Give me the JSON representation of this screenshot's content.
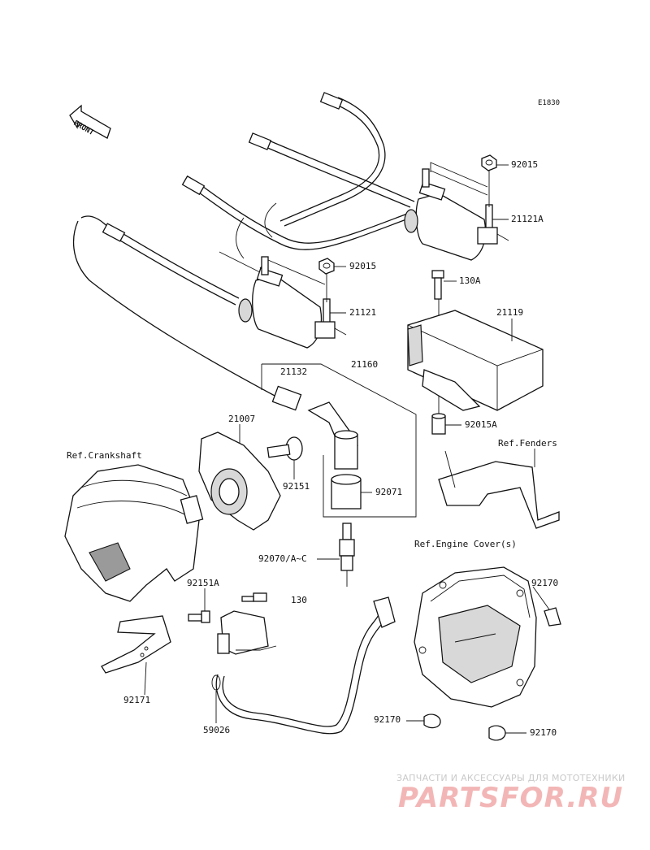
{
  "diagram": {
    "code": "E1830",
    "front_label": "FRONT",
    "refs": {
      "crankshaft": "Ref.Crankshaft",
      "fenders": "Ref.Fenders",
      "engine_cover": "Ref.Engine Cover(s)"
    },
    "parts": {
      "p92015_top": "92015",
      "p21121a": "21121A",
      "p92015_mid": "92015",
      "p130a": "130A",
      "p21121": "21121",
      "p21119": "21119",
      "p21132": "21132",
      "p21160": "21160",
      "p21007": "21007",
      "p92015a": "92015A",
      "p92151": "92151",
      "p92071": "92071",
      "p92070": "92070/A~C",
      "p92151a": "92151A",
      "p130": "130",
      "p92170_right": "92170",
      "p92171": "92171",
      "p59026": "59026",
      "p92170_bl": "92170",
      "p92170_br": "92170"
    }
  },
  "watermark": {
    "tagline": "ЗАПЧАСТИ И АКСЕССУАРЫ ДЛЯ МОТОТЕХНИКИ",
    "brand": "PARTSFOR.RU"
  }
}
